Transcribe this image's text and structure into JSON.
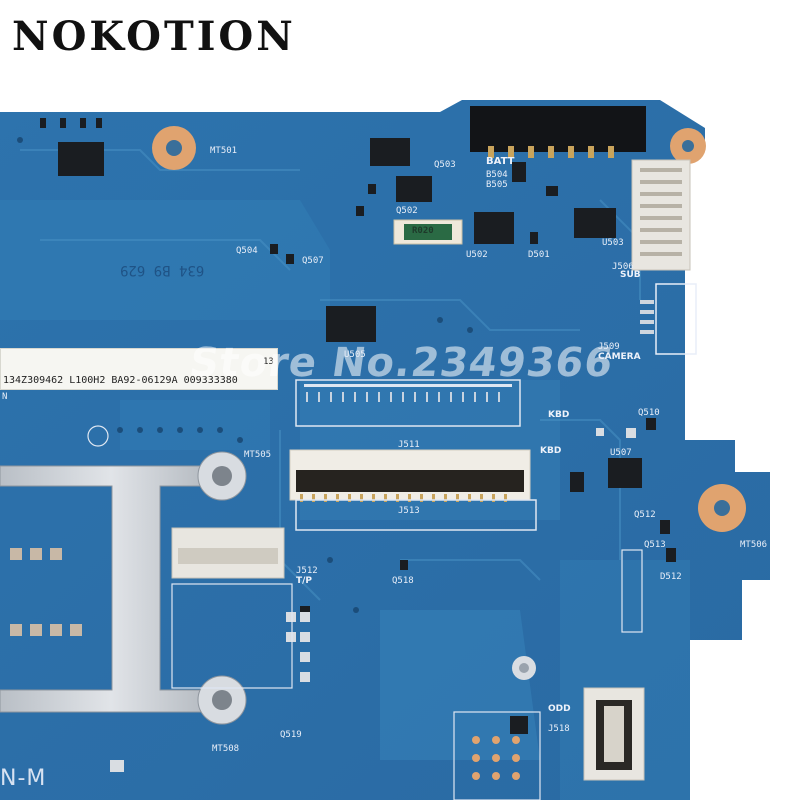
{
  "brand": {
    "name": "NOKOTION"
  },
  "watermark": {
    "text": "Store No.2349366"
  },
  "sticker": {
    "serial": "134Z309462   L100H2 BA92-06129A  009333380",
    "tag": "13",
    "prefix": "N"
  },
  "silkscreen": {
    "batt": "BATT",
    "sub": "SUB",
    "j506": "J506",
    "camera": "CAMERA",
    "j509": "J509",
    "kbd1": "KBD",
    "kbd2": "KBD",
    "j511": "J511",
    "j513": "J513",
    "j512": "J512",
    "tp": "T/P",
    "odd": "ODD",
    "j518": "J518",
    "mt501": "MT501",
    "mt505": "MT505",
    "mt506": "MT506",
    "mt508": "MT508",
    "q518": "Q518",
    "q519": "Q519",
    "q510": "Q510",
    "u507": "U507",
    "q512": "Q512",
    "q513": "Q513",
    "d512": "D512",
    "q502": "Q502",
    "q503": "Q503",
    "q504": "Q504",
    "q507": "Q507",
    "u502": "U502",
    "u503": "U503",
    "d501": "D501",
    "u505": "U505",
    "b504": "B504",
    "b505": "B505",
    "r020": "R020",
    "board_code": "634 B9 629",
    "edge_label": "N-M"
  },
  "colors": {
    "pcb": "#2a6fa8",
    "pcb_light": "#3a86bd",
    "pcb_dark": "#1f5a8c",
    "copper_pad": "#e2a06b",
    "silk": "#e8eef8",
    "heatsink": "#c9ced4"
  }
}
